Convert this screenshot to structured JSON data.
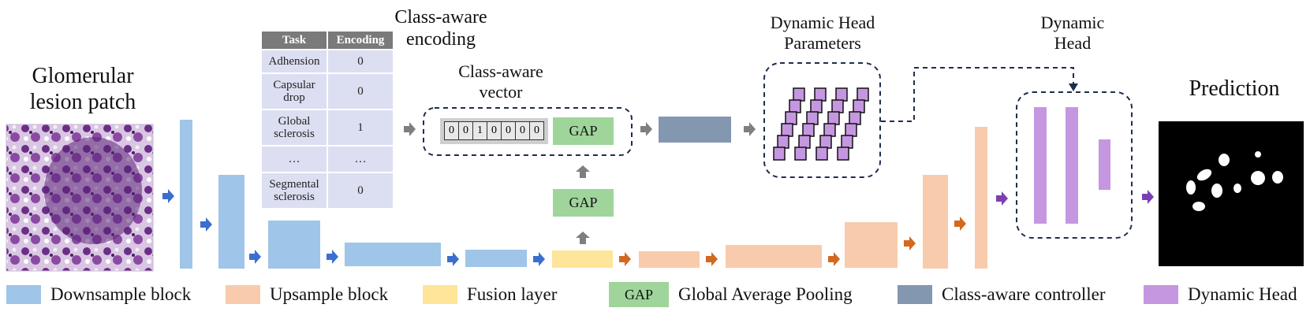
{
  "labels": {
    "input_patch": "Glomerular\nlesion patch",
    "class_aware_encoding": "Class-aware\nencoding",
    "class_aware_vector": "Class-aware\nvector",
    "dynamic_head_parameters": "Dynamic Head\nParameters",
    "dynamic_head": "Dynamic\nHead",
    "prediction": "Prediction"
  },
  "table": {
    "headers": [
      "Task",
      "Encoding"
    ],
    "rows": [
      {
        "task": "Adhension",
        "encoding": "0"
      },
      {
        "task": "Capsular\ndrop",
        "encoding": "0"
      },
      {
        "task": "Global\nsclerosis",
        "encoding": "1"
      },
      {
        "task": "…",
        "encoding": "…"
      },
      {
        "task": "Segmental\nsclerosis",
        "encoding": "0"
      }
    ]
  },
  "vector_values": [
    "0",
    "0",
    "1",
    "0",
    "0",
    "0",
    "0"
  ],
  "gap_label": "GAP",
  "legend": [
    {
      "key": "downsample",
      "label": "Downsample block",
      "color": "#9fc5e8",
      "swatch_text": ""
    },
    {
      "key": "upsample",
      "label": "Upsample block",
      "color": "#f8cbad",
      "swatch_text": ""
    },
    {
      "key": "fusion",
      "label": "Fusion layer",
      "color": "#ffe599",
      "swatch_text": ""
    },
    {
      "key": "gap",
      "label": "Global Average Pooling",
      "color": "#9fd59b",
      "swatch_text": "GAP"
    },
    {
      "key": "controller",
      "label": "Class-aware controller",
      "color": "#8497b0",
      "swatch_text": ""
    },
    {
      "key": "dynamic_head",
      "label": "Dynamic Head",
      "color": "#c597e0",
      "swatch_text": ""
    }
  ],
  "colors": {
    "downsample": "#9fc5e8",
    "upsample": "#f8cbad",
    "fusion": "#ffe599",
    "gap": "#9fd59b",
    "controller": "#8497b0",
    "dynamic_head": "#c597e0",
    "arrow_blue": "#3a6fd0",
    "arrow_orange": "#d2691e",
    "arrow_purple": "#7b3fb3",
    "arrow_gray": "#7f7f7f",
    "dashed": "#1f2d4d"
  }
}
